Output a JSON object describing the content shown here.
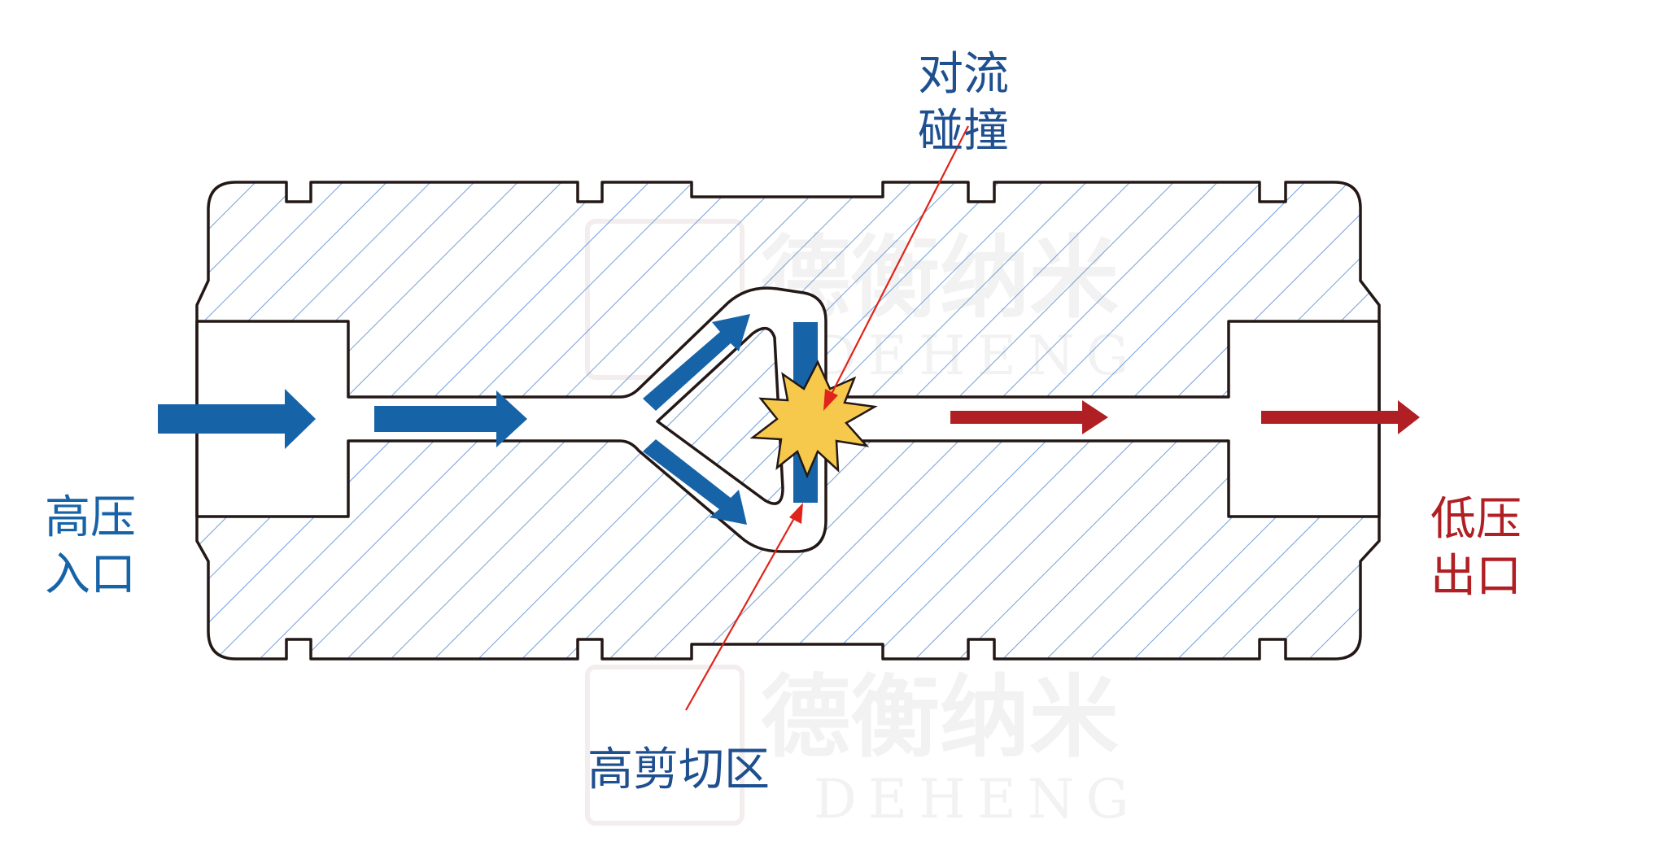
{
  "labels": {
    "inlet_line1": "高压",
    "inlet_line2": "入口",
    "outlet_line1": "低压",
    "outlet_line2": "出口",
    "collision_line1": "对流",
    "collision_line2": "碰撞",
    "shear_zone": "高剪切区"
  },
  "watermark": {
    "brand_cn": "德衡纳米",
    "brand_en": "DEHENG"
  },
  "colors": {
    "inlet_blue": "#1763a8",
    "outlet_red": "#b01f24",
    "hatch_blue": "#5b8fd0",
    "outline": "#231815",
    "pointer_red": "#e0241b",
    "burst_fill": "#f6c94c",
    "watermark": "#f2f2f2"
  }
}
